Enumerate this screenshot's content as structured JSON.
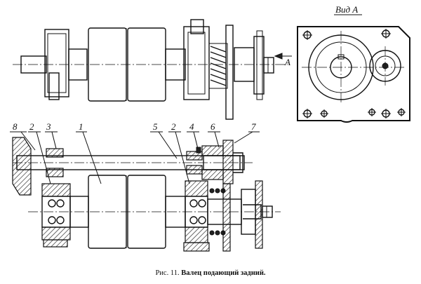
{
  "view_title": "Вид А",
  "arrow_label": "А",
  "callouts": [
    {
      "id": "8"
    },
    {
      "id": "2"
    },
    {
      "id": "3"
    },
    {
      "id": "1"
    },
    {
      "id": "5"
    },
    {
      "id": "2"
    },
    {
      "id": "4"
    },
    {
      "id": "6"
    },
    {
      "id": "7"
    }
  ],
  "caption": {
    "prefix": "Рис. 11.",
    "title": "Валец подающий задний."
  }
}
